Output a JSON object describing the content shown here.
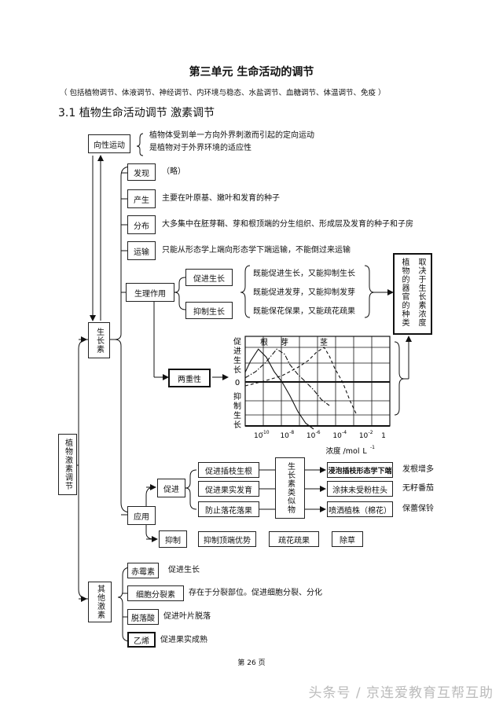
{
  "title": "第三单元      生命活动的调节",
  "subtitle": "（ 包括植物调节、体液调节、神经调节、内环境与稳态、水盐调节、血糖调节、体温调节、免疫 ）",
  "section": "3.1 植物生命活动调节      激素调节",
  "tropism": {
    "label": "向性运动",
    "def1": "植物体受到单一方向外界刺激而引起的定向运动",
    "def2": "是植物对于外界环境的适应性"
  },
  "auxin": {
    "label": "生长素",
    "discovery": {
      "label": "发现",
      "text": "（略）"
    },
    "produce": {
      "label": "产生",
      "text": "主要在叶原基、嫩叶和发育的种子"
    },
    "distribute": {
      "label": "分布",
      "text": "大多集中在胚芽鞘、芽和根顶端的分生组织、形成层及发育的种子和子房"
    },
    "transport": {
      "label": "运输",
      "text": "只能从形态学上端向形态学下端运输，不能倒过来运输"
    },
    "physio": {
      "label": "生理作用",
      "promote": "促进生长",
      "inhibit": "抑制生长"
    },
    "dual_effects": [
      "既能促进生长，又能抑制生长",
      "既能促进发芽，又能抑制发芽",
      "既能保花保果，又能疏花疏果"
    ],
    "depends": {
      "left": "植物的器官的种类",
      "right": "取决于生长素浓度"
    },
    "duality": "两重性"
  },
  "chart_data": {
    "type": "line",
    "top_labels": [
      "根",
      "芽",
      "茎"
    ],
    "ylabel_top": "促进生长",
    "zero_label": "0",
    "ylabel_bottom": "抑制生长",
    "x_ticks": [
      "10",
      "10",
      "10",
      "10",
      "10",
      "1"
    ],
    "x_tick_exps": [
      "-10",
      "-8",
      "-6",
      "-4",
      "-2",
      ""
    ],
    "xlabel": "浓度 /mol",
    "xlabel_unit": "L",
    "xlabel_unit_exp": "-1",
    "xlim_log10": [
      -11,
      0
    ],
    "series": [
      {
        "style": "solid",
        "x_log10": [
          -11,
          -10.6,
          -10,
          -9.4,
          -8.8,
          -8.2,
          -7.6,
          -7,
          -6.4,
          -5.8
        ],
        "y": [
          0.28,
          0.6,
          0.95,
          0.72,
          0.3,
          0,
          -0.35,
          -0.75,
          -1.05,
          -1.2
        ]
      },
      {
        "style": "dash-dot",
        "x_log10": [
          -11,
          -10.2,
          -9.4,
          -8.6,
          -8,
          -7.6,
          -7,
          -6.4,
          -5.8,
          -5.2,
          -4.6
        ],
        "y": [
          0.12,
          0.3,
          0.58,
          0.95,
          0.8,
          0.5,
          0.22,
          0,
          -0.2,
          -0.45,
          -0.6
        ]
      },
      {
        "style": "dash",
        "x_log10": [
          -11,
          -9.6,
          -8.2,
          -7,
          -6.2,
          -5.6,
          -5,
          -4.6,
          -4.2,
          -3.6,
          -3,
          -2.5
        ],
        "y": [
          -0.1,
          0.02,
          0.18,
          0.42,
          0.62,
          0.85,
          1.0,
          0.75,
          0.4,
          0,
          -0.5,
          -0.85
        ]
      }
    ]
  },
  "plant_hormones": {
    "label": "植物激素调节"
  },
  "application": {
    "label": "应用",
    "promote": "促进",
    "inhibit": "抑制",
    "promote_items": [
      "促进插枝生根",
      "促进果实发育",
      "防止落花落果"
    ],
    "analog": "生长素类似物",
    "methods": [
      "浸泡插枝形态学下端",
      "涂抹未受粉柱头",
      "喷洒植株（棉花）"
    ],
    "results": [
      "发根增多",
      "无籽番茄",
      "保蕾保铃"
    ],
    "inhibit_items": [
      "抑制顶端优势",
      "疏花疏果",
      "除草"
    ]
  },
  "others": {
    "label": "其他激素",
    "items": [
      {
        "name": "赤霉素",
        "text": "促进生长"
      },
      {
        "name": "细胞分裂素",
        "text": "存在于分裂部位。促进细胞分裂、分化"
      },
      {
        "name": "脱落酸",
        "text": "促进叶片脱落"
      },
      {
        "name": "乙烯",
        "text": "促进果实成熟"
      }
    ]
  },
  "page_number": "第 26 页",
  "watermark": "头条号 / 京连爱教育互帮互助"
}
